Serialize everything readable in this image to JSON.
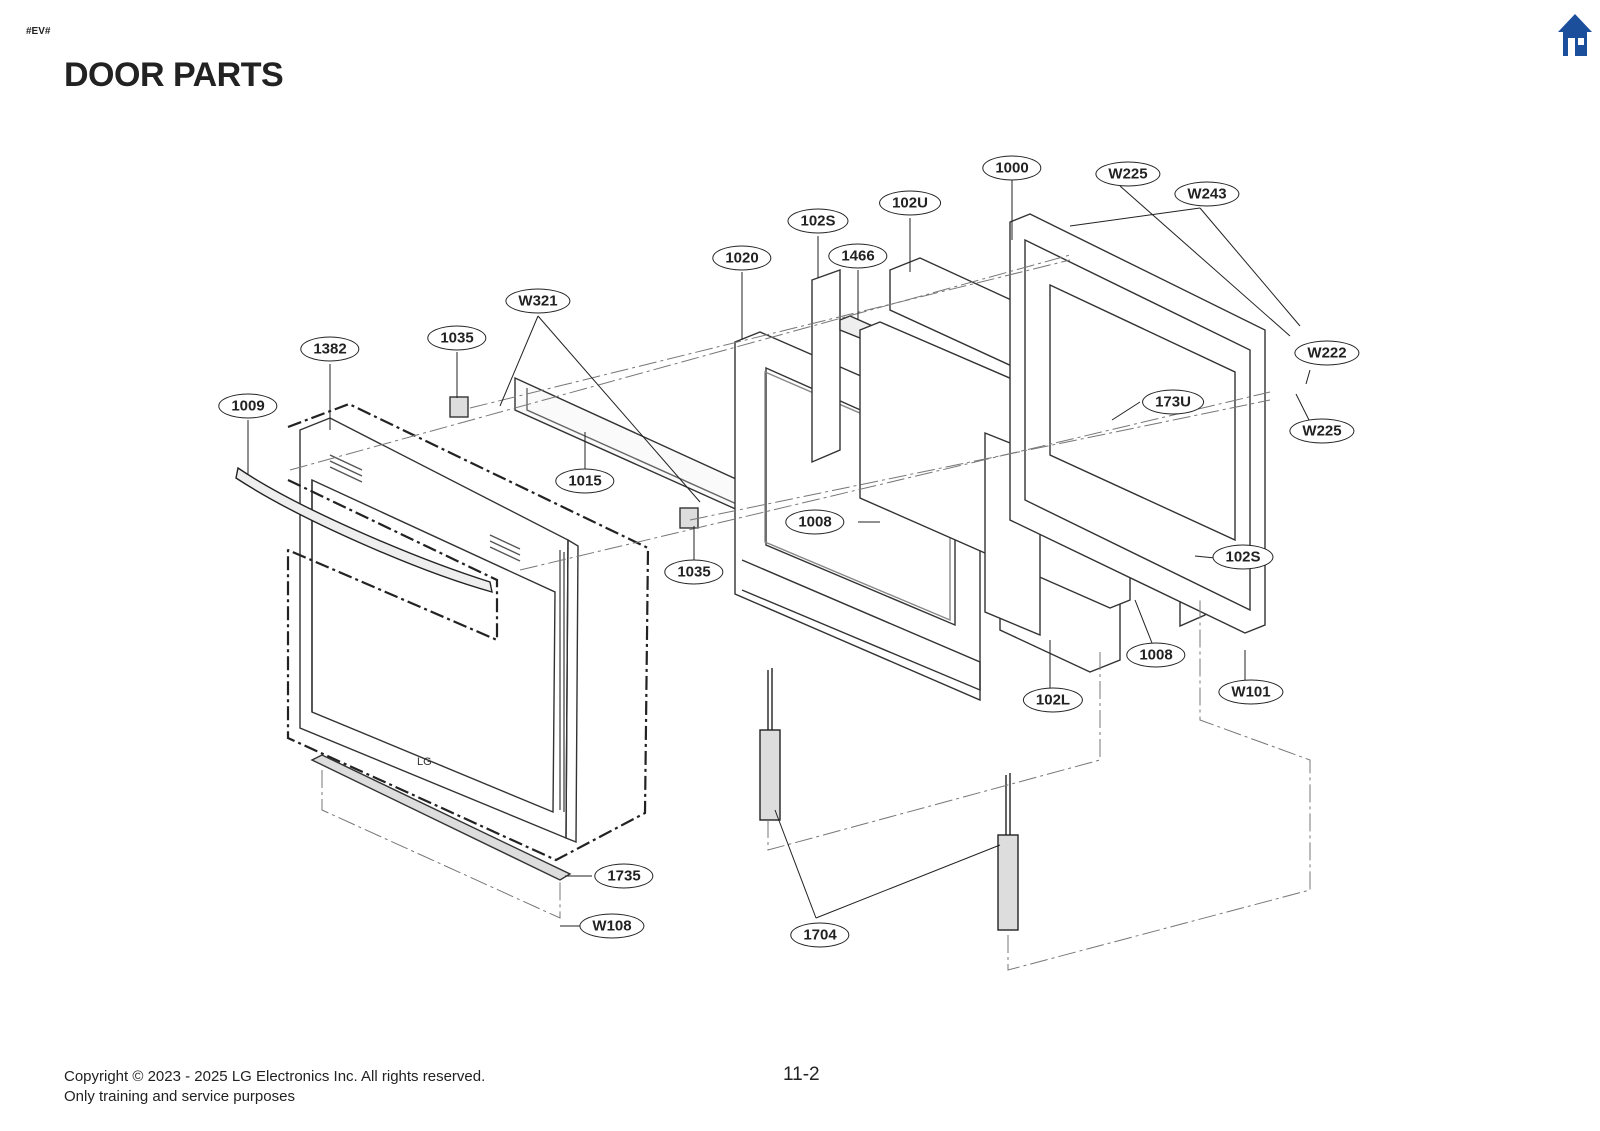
{
  "page": {
    "marker": "#EV#",
    "title": "DOOR PARTS",
    "home_icon": "home-icon",
    "accent_color": "#1b4f9c",
    "page_number": "11-2",
    "copyright_line1": "Copyright © 2023 - 2025 LG Electronics Inc. All rights reserved.",
    "copyright_line2": "Only training and service purposes"
  },
  "diagram": {
    "logo_text": "LG",
    "callouts": [
      "1000",
      "W225",
      "W243",
      "102U",
      "102S",
      "1466",
      "1020",
      "W321",
      "1035",
      "1382",
      "1009",
      "1015",
      "1035",
      "1008",
      "W222",
      "173U",
      "W225",
      "102S",
      "1008",
      "102L",
      "W101",
      "1735",
      "W108",
      "1704"
    ]
  }
}
